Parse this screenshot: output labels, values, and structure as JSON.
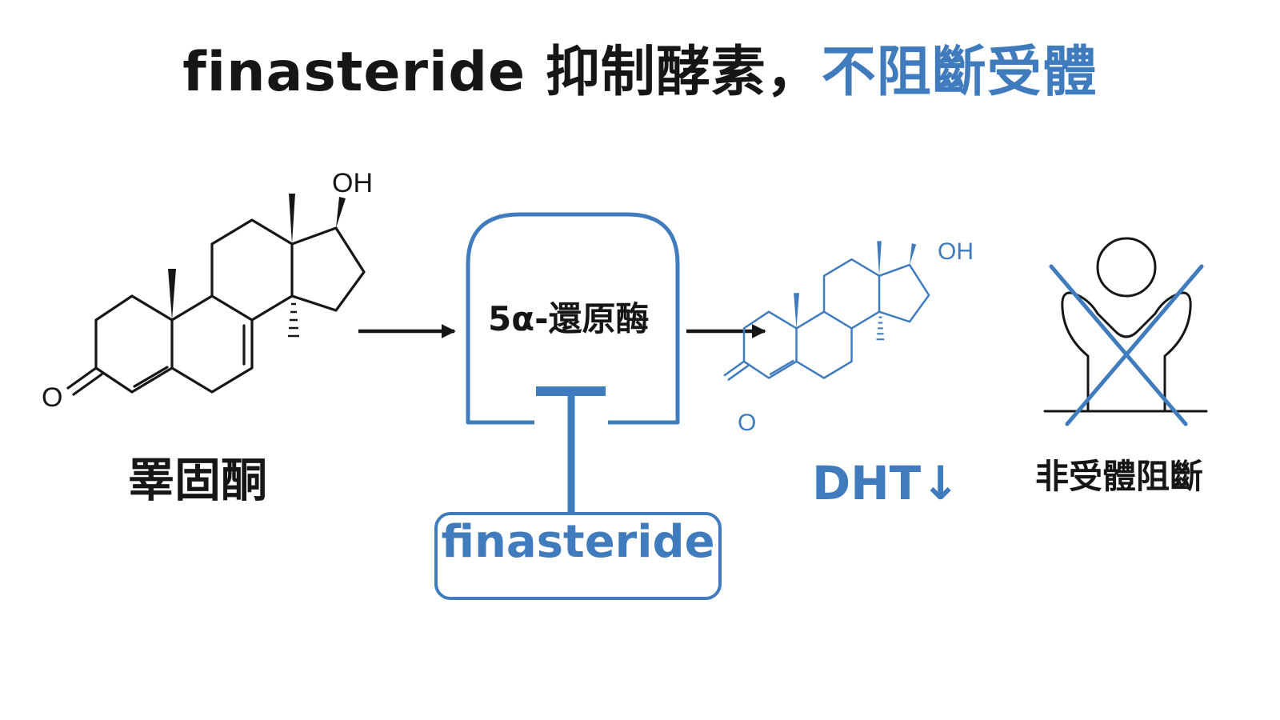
{
  "title": {
    "main": "finasteride 抑制酵素，",
    "accent": "不阻斷受體"
  },
  "testosterone": {
    "label": "睪固酮",
    "oh": "OH",
    "o": "O"
  },
  "enzyme": {
    "label": "5α-還原酶"
  },
  "inhibitor": {
    "label": "finasteride"
  },
  "dht": {
    "label": "DHT↓",
    "oh": "OH",
    "o": "O"
  },
  "receptor": {
    "label": "非受體阻斷"
  },
  "colors": {
    "accent": "#3f7bbd",
    "ink": "#161616"
  },
  "icons": [
    "right-arrow-icon",
    "inhibition-t-bar-icon",
    "person-receptor-icon",
    "cross-out-icon"
  ]
}
